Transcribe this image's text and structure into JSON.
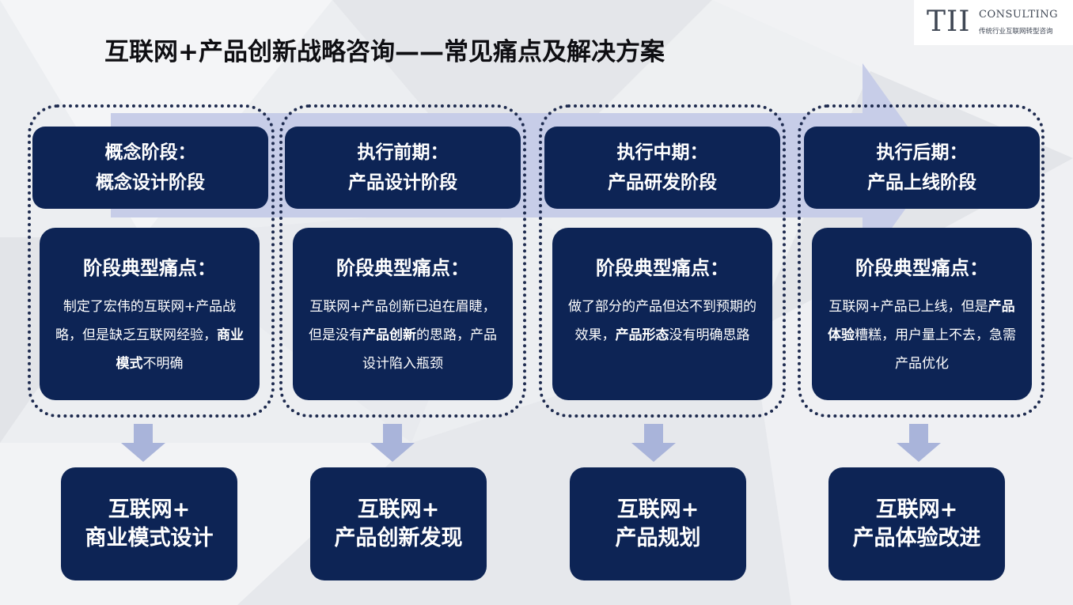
{
  "logo": {
    "mark": "TII",
    "name": "CONSULTING",
    "tagline": "传统行业互联网转型咨询"
  },
  "title": "互联网+产品创新战略咨询——常见痛点及解决方案",
  "stages": [
    {
      "head_line1": "概念阶段：",
      "head_line2": "概念设计阶段",
      "pain_title": "阶段典型痛点：",
      "pain_a": "制定了宏伟的互联网+产品战略，但是缺乏互联网经验，",
      "pain_bold": "商业模式",
      "pain_b": "不明确",
      "solution_line1": "互联网+",
      "solution_line2": "商业模式设计"
    },
    {
      "head_line1": "执行前期：",
      "head_line2": "产品设计阶段",
      "pain_title": "阶段典型痛点：",
      "pain_a": "互联网+产品创新已迫在眉睫，但是没有",
      "pain_bold": "产品创新",
      "pain_b": "的思路，产品设计陷入瓶颈",
      "solution_line1": "互联网+",
      "solution_line2": "产品创新发现"
    },
    {
      "head_line1": "执行中期：",
      "head_line2": "产品研发阶段",
      "pain_title": "阶段典型痛点：",
      "pain_a": "做了部分的产品但达不到预期的效果，",
      "pain_bold": "产品形态",
      "pain_b": "没有明确思路",
      "solution_line1": "互联网+",
      "solution_line2": "产品规划"
    },
    {
      "head_line1": "执行后期：",
      "head_line2": "产品上线阶段",
      "pain_title": "阶段典型痛点：",
      "pain_a": "互联网+产品已上线，但是",
      "pain_bold": "产品体验",
      "pain_b": "糟糕，用户量上不去，急需产品优化",
      "solution_line1": "互联网+",
      "solution_line2": "产品体验改进"
    }
  ],
  "colors": {
    "box": "#0d2455",
    "dotted_border": "#1e2b4f",
    "flow_arrow": "#c7cde8",
    "down_arrow": "#a9b4da"
  }
}
